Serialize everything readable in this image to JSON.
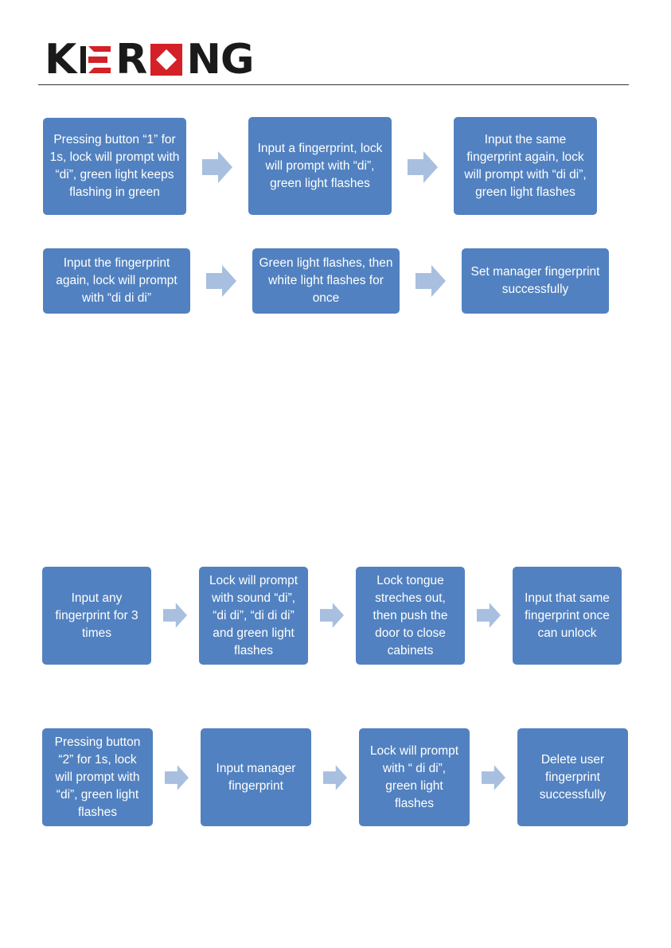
{
  "header": {
    "logo_text": "KERONG",
    "accent_color": "#d42027"
  },
  "colors": {
    "box": "#5181c0",
    "arrow": "#a8bfdf"
  },
  "flow_manager": {
    "steps": [
      "Pressing button “1” for 1s, lock will prompt with “di”, green light keeps flashing in green",
      "Input a fingerprint, lock will prompt with “di”, green light flashes",
      "Input the same fingerprint again, lock will prompt with “di di”, green light flashes",
      "Input the fingerprint again, lock will prompt with “di di di”",
      "Green light flashes, then white light flashes for once",
      "Set manager fingerprint successfully"
    ]
  },
  "flow_user": {
    "steps": [
      "Input any fingerprint for 3 times",
      "Lock will prompt with sound “di”, “di di”, “di di di” and green light flashes",
      "Lock tongue streches out, then push the door to close cabinets",
      "Input that same fingerprint once can unlock"
    ]
  },
  "flow_delete": {
    "steps": [
      "Pressing button “2” for 1s, lock will prompt with “di”, green light flashes",
      "Input manager fingerprint",
      "Lock will prompt with “ di di”, green light flashes",
      "Delete user fingerprint successfully"
    ]
  }
}
